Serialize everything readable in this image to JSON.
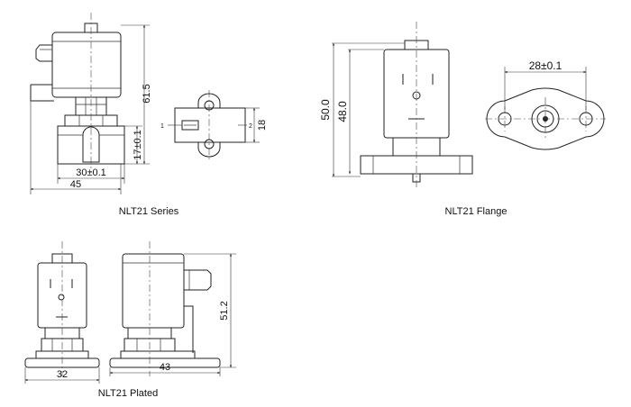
{
  "series": {
    "caption": "NLT21 Series",
    "dim_height": "61.5",
    "dim_body": "17±0.1",
    "dim_base": "30±0.1",
    "dim_width": "45",
    "dim_side_height": "18",
    "port_1": "1",
    "port_2": "2"
  },
  "flange": {
    "caption": "NLT21 Flange",
    "dim_total": "50.0",
    "dim_body": "48.0",
    "dim_holes": "28±0.1"
  },
  "plated": {
    "caption": "NLT21 Plated",
    "dim_front_width": "32",
    "dim_side_width": "43",
    "dim_height": "51.2"
  }
}
